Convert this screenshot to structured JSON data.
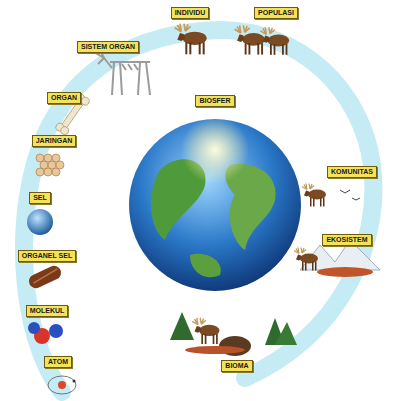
{
  "diagram": {
    "nodes": [
      {
        "text": [
          "ATOM"
        ]
      },
      {
        "text": [
          "MOLEKUL"
        ]
      },
      {
        "text": [
          "ORGANEL SEL"
        ]
      },
      {
        "text": [
          "SEL"
        ]
      },
      {
        "text": [
          "JARINGAN"
        ]
      },
      {
        "text": [
          "ORGAN"
        ]
      },
      {
        "text": [
          "SISTEM ORGAN"
        ]
      },
      {
        "text": [
          "INDIVIDU"
        ]
      },
      {
        "text": [
          "POPULASI"
        ]
      },
      {
        "text": [
          "KOMUNITAS"
        ]
      },
      {
        "text": [
          "EKOSISTEM"
        ]
      },
      {
        "text": [
          "BIOMA"
        ]
      },
      {
        "text": [
          "BIOSFER"
        ]
      }
    ]
  }
}
